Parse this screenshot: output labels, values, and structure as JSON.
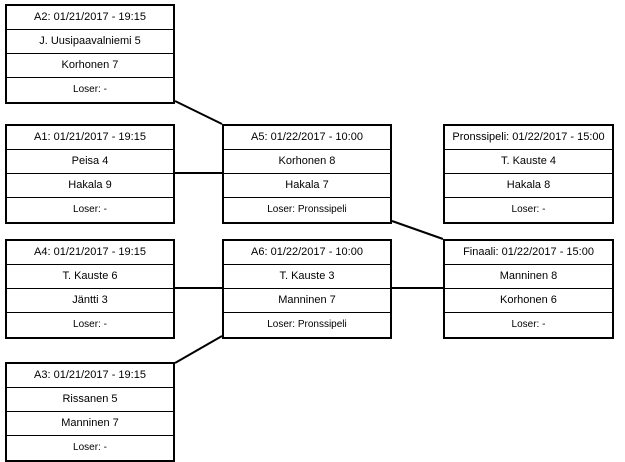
{
  "diagram": {
    "type": "tournament-bracket",
    "title": "",
    "loser_prefix": "Loser:",
    "empty_value": "-",
    "bronze_label": "Pronssipeli",
    "colors": {
      "line": "#000000",
      "background": "#ffffff",
      "text": "#000000"
    }
  },
  "matches": [
    {
      "id": "A2",
      "header": "A2: 01/21/2017 - 19:15",
      "player1": "J. Uusipaavalniemi 5",
      "player2": "Korhonen 7",
      "loser": "Loser: -"
    },
    {
      "id": "A1",
      "header": "A1: 01/21/2017 - 19:15",
      "player1": "Peisa 4",
      "player2": "Hakala 9",
      "loser": "Loser: -"
    },
    {
      "id": "A4",
      "header": "A4: 01/21/2017 - 19:15",
      "player1": "T. Kauste 6",
      "player2": "Jäntti 3",
      "loser": "Loser: -"
    },
    {
      "id": "A3",
      "header": "A3: 01/21/2017 - 19:15",
      "player1": "Rissanen 5",
      "player2": "Manninen 7",
      "loser": "Loser: -"
    },
    {
      "id": "A5",
      "header": "A5: 01/22/2017 - 10:00",
      "player1": "Korhonen 8",
      "player2": "Hakala 7",
      "loser": "Loser: Pronssipeli"
    },
    {
      "id": "A6",
      "header": "A6: 01/22/2017 - 10:00",
      "player1": "T. Kauste 3",
      "player2": "Manninen 7",
      "loser": "Loser: Pronssipeli"
    },
    {
      "id": "Pronssipeli",
      "header": "Pronssipeli: 01/22/2017 - 15:00",
      "player1": "T. Kauste 4",
      "player2": "Hakala 8",
      "loser": "Loser: -"
    },
    {
      "id": "Finaali",
      "header": "Finaali: 01/22/2017 - 15:00",
      "player1": "Manninen 8",
      "player2": "Korhonen 6",
      "loser": "Loser: -"
    }
  ]
}
